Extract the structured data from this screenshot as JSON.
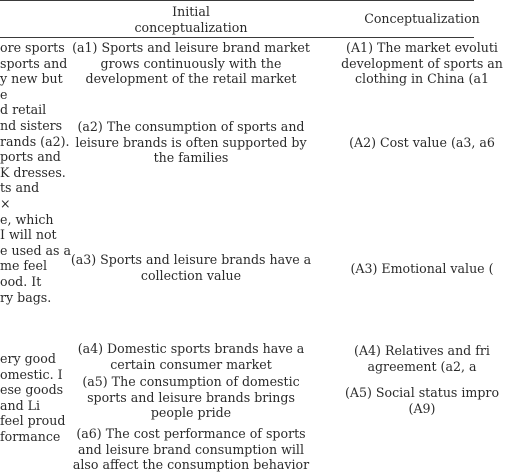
{
  "header": {
    "col2": [
      "Initial",
      "conceptualization"
    ],
    "col3": [
      "Conceptualization"
    ]
  },
  "col1_lines": [
    "ore sports",
    "sports and",
    "y new but",
    "e",
    "d retail",
    "nd sisters",
    "rands (a2).",
    "ports and",
    "K dresses.",
    "ts and",
    "×",
    "e, which",
    "I will not",
    "e used as a",
    "me feel",
    "ood. It",
    "ry bags.",
    "ery good",
    "omestic. I",
    "ese goods",
    "and Li",
    "feel proud",
    "formance"
  ],
  "col2_cells": [
    [
      "(a1) Sports and leisure brand market",
      "grows continuously with the",
      "development of the retail market"
    ],
    [
      "(a2) The consumption of sports and",
      "leisure brands is often supported by",
      "the families"
    ],
    [
      "(a3) Sports and leisure brands have a",
      "collection value"
    ],
    [
      "(a4) Domestic sports brands have a",
      "certain consumer market"
    ],
    [
      "(a5) The consumption of domestic",
      "sports and leisure brands brings",
      "people pride"
    ],
    [
      "(a6) The cost performance of sports",
      "and leisure brand consumption will",
      "also affect the consumption behavior"
    ]
  ],
  "col3_cells": [
    [
      "(A1) The market evoluti",
      "development of sports an",
      "clothing in China (a1"
    ],
    [
      "(A2) Cost value (a3, a6"
    ],
    [
      "(A3) Emotional value ("
    ],
    [
      "(A4) Relatives and fri",
      "agreement (a2, a"
    ],
    [
      "(A5) Social status impro",
      "(A9)"
    ]
  ]
}
